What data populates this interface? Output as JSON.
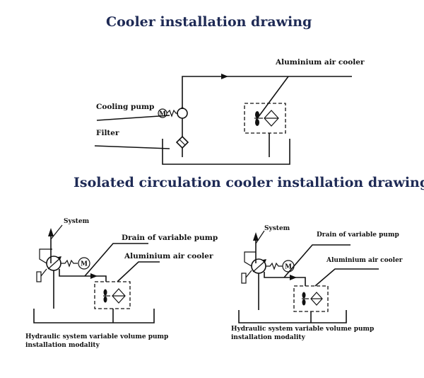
{
  "titles": {
    "main": "Cooler installation drawing",
    "isolated": "Isolated circulation cooler installation drawing"
  },
  "top_diagram": {
    "cooler": "Aluminium air cooler",
    "pump": "Cooling pump",
    "filter": "Filter",
    "motor_symbol": "M"
  },
  "left_diagram": {
    "system": "System",
    "drain": "Drain of variable pump",
    "cooler": "Aluminium air cooler",
    "motor_symbol": "M",
    "caption_line1": "Hydraulic system variable volume pump",
    "caption_line2": "installation modality"
  },
  "right_diagram": {
    "system": "System",
    "drain": "Drain of variable pump",
    "cooler": "Aluminium air cooler",
    "motor_symbol": "M",
    "caption_line1": "Hydraulic system variable volume pump",
    "caption_line2": "installation modality"
  },
  "colors": {
    "title": "#1e2a55",
    "line": "#111111",
    "background": "#ffffff"
  }
}
